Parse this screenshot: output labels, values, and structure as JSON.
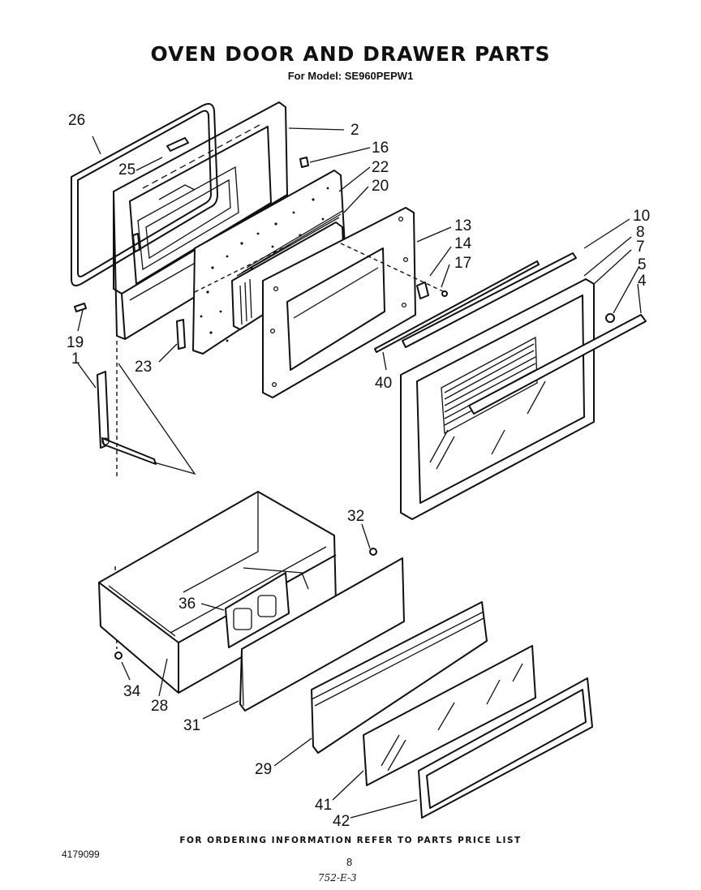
{
  "header": {
    "title": "OVEN DOOR AND DRAWER PARTS",
    "subtitle": "For Model: SE960PEPW1"
  },
  "footer": {
    "ordering_note": "FOR ORDERING INFORMATION REFER TO PARTS PRICE LIST",
    "doc_number": "4179099",
    "page_number": "8",
    "code_mark": "752-E-3"
  },
  "callouts": {
    "c26": "26",
    "c2": "2",
    "c16": "16",
    "c25": "25",
    "c22": "22",
    "c20": "20",
    "c13": "13",
    "c10": "10",
    "c8": "8",
    "c14": "14",
    "c7": "7",
    "c17": "17",
    "c5": "5",
    "c4": "4",
    "c19": "19",
    "c1": "1",
    "c23": "23",
    "c40": "40",
    "c32": "32",
    "c36": "36",
    "c34": "34",
    "c28": "28",
    "c31": "31",
    "c29": "29",
    "c41": "41",
    "c42": "42"
  }
}
